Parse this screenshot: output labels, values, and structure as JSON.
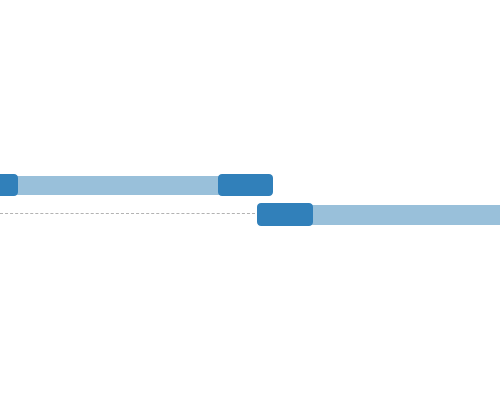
{
  "colors": {
    "track": "#99c0da",
    "segment": "#3180ba",
    "connector": "#b3b3b3",
    "background": "#ffffff"
  },
  "rows": [
    {
      "name": "row-1",
      "bars": [
        {
          "role": "track",
          "color_key": "track"
        },
        {
          "role": "start-handle",
          "color_key": "segment"
        },
        {
          "role": "end-handle",
          "color_key": "segment"
        }
      ]
    },
    {
      "name": "row-2",
      "bars": [
        {
          "role": "track",
          "color_key": "track"
        },
        {
          "role": "start-handle",
          "color_key": "segment"
        }
      ]
    }
  ]
}
